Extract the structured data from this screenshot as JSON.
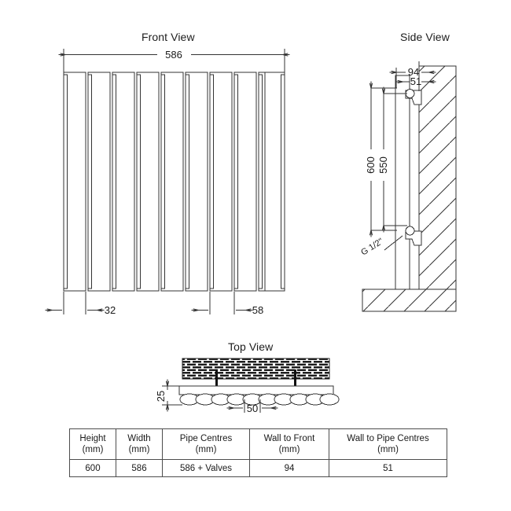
{
  "drawing": {
    "title_front": "Front View",
    "title_side": "Side View",
    "title_top": "Top View",
    "line_color": "#333333",
    "hatch_color": "#1a1a1a",
    "panel_fill": "#ffffff",
    "panel_shade": "#8c8c8c"
  },
  "front_view": {
    "width_dim": "586",
    "panel_width_dim": "32",
    "panel_pitch_dim": "58",
    "panel_count": 10
  },
  "side_view": {
    "wall_to_front_dim": "94",
    "wall_to_pipe_centres_dim": "51",
    "height_dim": "600",
    "pipe_centres_dim": "550",
    "connection_label": "G 1/2\""
  },
  "top_view": {
    "depth_dim": "25",
    "tube_pitch_dim": "50",
    "tube_count": 10
  },
  "spec_table": {
    "headers": [
      {
        "name": "Height",
        "unit": "(mm)"
      },
      {
        "name": "Width",
        "unit": "(mm)"
      },
      {
        "name": "Pipe Centres",
        "unit": "(mm)"
      },
      {
        "name": "Wall to Front",
        "unit": "(mm)"
      },
      {
        "name": "Wall to Pipe Centres",
        "unit": "(mm)"
      }
    ],
    "row": [
      "600",
      "586",
      "586 + Valves",
      "94",
      "51"
    ]
  }
}
